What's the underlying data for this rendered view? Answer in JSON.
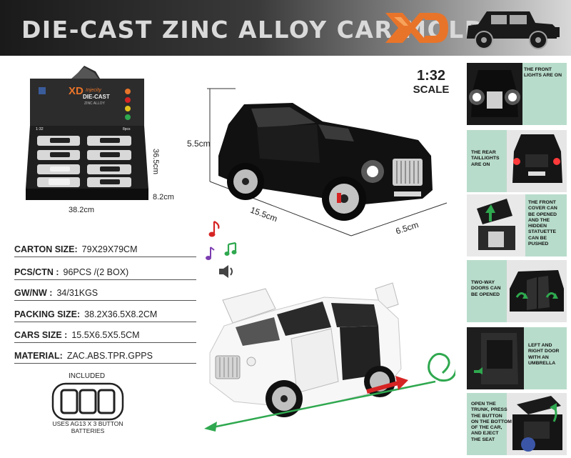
{
  "header": {
    "title": "DIE-CAST ZINC ALLOY CAR MOLD",
    "brand": "XD"
  },
  "display_box": {
    "brand": "XD",
    "tagline": "Injecity",
    "line1": "DIE-CAST",
    "line2": "ZINC ALLOY",
    "scale": "1:32",
    "pcs": "8pcs",
    "dim_height": "36.5cm",
    "dim_width": "38.2cm",
    "dim_depth": "8.2cm"
  },
  "specs": [
    {
      "label": "CARTON SIZE:",
      "value": "79X29X79CM"
    },
    {
      "label": "PCS/CTN :",
      "value": "96PCS /(2 BOX)"
    },
    {
      "label": "GW/NW :",
      "value": "34/31KGS"
    },
    {
      "label": "PACKING SIZE:",
      "value": "38.2X36.5X8.2CM"
    },
    {
      "label": "CARS SIZE :",
      "value": "15.5X6.5X5.5CM"
    },
    {
      "label": "MATERIAL:",
      "value": "ZAC.ABS.TPR.GPPS"
    }
  ],
  "included": {
    "label": "INCLUDED",
    "caption_line1": "USES AG13 X 3 BUTTON",
    "caption_line2": "BATTERIES"
  },
  "scale": {
    "ratio": "1:32",
    "word": "SCALE"
  },
  "car_dims": {
    "height": "5.5cm",
    "length": "15.5cm",
    "width": "6.5cm"
  },
  "features": [
    {
      "l1": "THE FRONT",
      "l2": "LIGHTS ARE ON",
      "l3": "",
      "l4": "",
      "l5": "",
      "l6": ""
    },
    {
      "l1": "THE REAR",
      "l2": "TAILLIGHTS",
      "l3": "ARE ON",
      "l4": "",
      "l5": "",
      "l6": ""
    },
    {
      "l1": "THE FRONT",
      "l2": "COVER CAN",
      "l3": "BE OPENED",
      "l4": "AND THE",
      "l5": "HIDDEN",
      "l6": "STATUETTE CAN BE PUSHED"
    },
    {
      "l1": "TWO-WAY",
      "l2": "DOORS CAN",
      "l3": "BE OPENED",
      "l4": "",
      "l5": "",
      "l6": ""
    },
    {
      "l1": "LEFT AND",
      "l2": "RIGHT DOOR",
      "l3": "WITH AN",
      "l4": "UMBRELLA",
      "l5": "",
      "l6": ""
    },
    {
      "l1": "OPEN THE",
      "l2": "TRUNK, PRESS",
      "l3": "THE BUTTON",
      "l4": "ON THE BOTTOM",
      "l5": "OF THE CAR,",
      "l6": "AND EJECT THE SEAT"
    }
  ],
  "colors": {
    "accent_orange": "#e8742a",
    "feature_bg": "#b8dccb",
    "arrow_green": "#2fa84f",
    "arrow_red": "#d62424"
  }
}
